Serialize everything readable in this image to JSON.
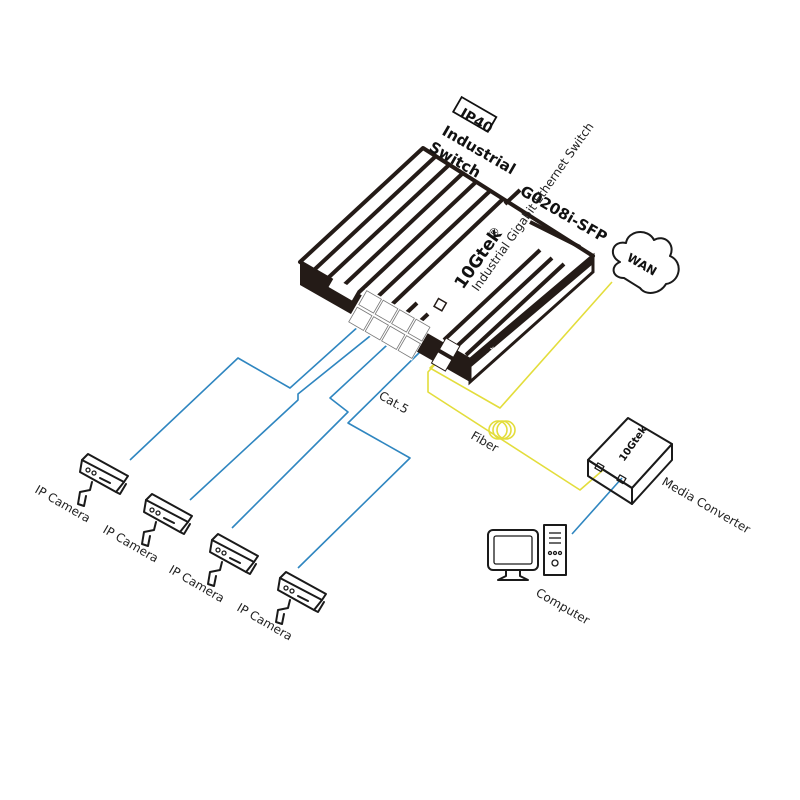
{
  "switch": {
    "rating_badge": "IP40",
    "title_line1": "Industrial",
    "title_line2": "Switch",
    "model": "G0208i-SFP",
    "brand": "10Gtek",
    "brand_mark": "®",
    "subtitle": "Industrial Gigabit Ethernet Switch",
    "rj45_ports": 8,
    "sfp_ports": 2
  },
  "labels": {
    "wan": "WAN",
    "cable_copper": "Cat.5",
    "cable_fiber": "Fiber",
    "media_converter": "Media Converter",
    "computer": "Computer",
    "camera": "IP Camera"
  },
  "cameras": [
    {
      "label": "IP Camera"
    },
    {
      "label": "IP Camera"
    },
    {
      "label": "IP Camera"
    },
    {
      "label": "IP Camera"
    }
  ],
  "media_converter": {
    "brand": "10Gtek"
  },
  "colors": {
    "copper_cable": "#2f86c0",
    "fiber_cable": "#e3dd3c",
    "device_body": "#241b17"
  }
}
